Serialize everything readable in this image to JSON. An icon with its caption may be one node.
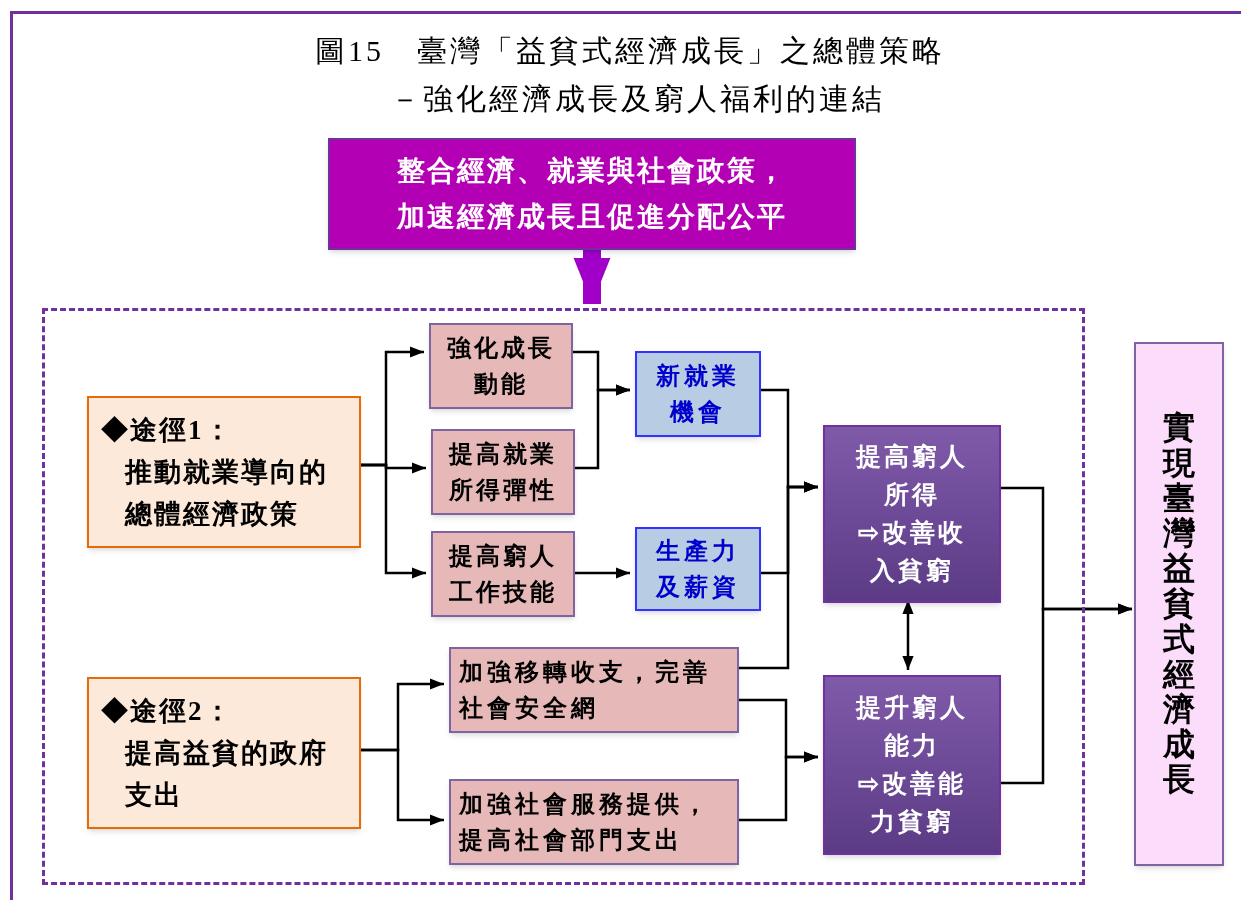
{
  "diagram": {
    "title": "圖15　臺灣「益貧式經濟成長」之總體策略",
    "nodes": [
      {
        "text": [
          "整合經濟、就業與社會政策，加速經濟成長且促進分配公平"
        ]
      },
      {
        "text": [],
        "shape": "box"
      },
      {
        "text": [
          "◆途徑1：",
          "推動就業導向的總體經濟政策"
        ],
        "in": 1
      },
      {
        "text": [
          "強化成長動能"
        ],
        "in": 1
      },
      {
        "text": [
          "提高就業所得彈性"
        ],
        "in": 1
      },
      {
        "text": [
          "提高窮人工作技能"
        ],
        "in": 1
      },
      {
        "text": [
          "新就業機會"
        ],
        "in": 1
      },
      {
        "text": [
          "生產力及薪資"
        ],
        "in": 1
      },
      {
        "text": [
          "◆途徑2：",
          "提高益貧的政府支出"
        ],
        "in": 1
      },
      {
        "text": [
          "加強移轉收支，完善社會安全網"
        ],
        "in": 1
      },
      {
        "text": [
          "加強社會服務提供，提高社會部門支出"
        ],
        "in": 1
      },
      {
        "text": [
          "提高窮人所得",
          "⇨改善收入貧窮"
        ],
        "in": 1
      },
      {
        "text": [
          "提升窮人能力",
          "⇨改善能力貧窮"
        ],
        "in": 1
      },
      {
        "text": [
          "實現臺灣益貧式經濟成長"
        ]
      }
    ],
    "edges": [
      {
        "from": 0,
        "to": 1,
        "arrow": "to",
        "style": "thick",
        "color": "#a000c8"
      },
      {
        "from": 2,
        "to": 3,
        "arrow": "to"
      },
      {
        "from": 2,
        "to": 4,
        "arrow": "to"
      },
      {
        "from": 2,
        "to": 5,
        "arrow": "to"
      },
      {
        "from": 3,
        "to": 6,
        "arrow": "to"
      },
      {
        "from": 4,
        "to": 6,
        "arrow": "to"
      },
      {
        "from": 5,
        "to": 7,
        "arrow": "to"
      },
      {
        "from": 6,
        "to": 11,
        "arrow": "to"
      },
      {
        "from": 7,
        "to": 11,
        "arrow": "to"
      },
      {
        "from": 9,
        "to": 11,
        "arrow": "to"
      },
      {
        "from": 8,
        "to": 9,
        "arrow": "to"
      },
      {
        "from": 8,
        "to": 10,
        "arrow": "to"
      },
      {
        "from": 9,
        "to": 12,
        "arrow": "to"
      },
      {
        "from": 10,
        "to": 12,
        "arrow": "to"
      },
      {
        "from": 11,
        "to": 12,
        "arrow": "both"
      },
      {
        "from": 11,
        "to": 13,
        "arrow": "to"
      },
      {
        "from": 12,
        "to": 13,
        "arrow": "to"
      }
    ],
    "labels": [
      "－強化經濟成長及窮人福利的連結"
    ]
  }
}
